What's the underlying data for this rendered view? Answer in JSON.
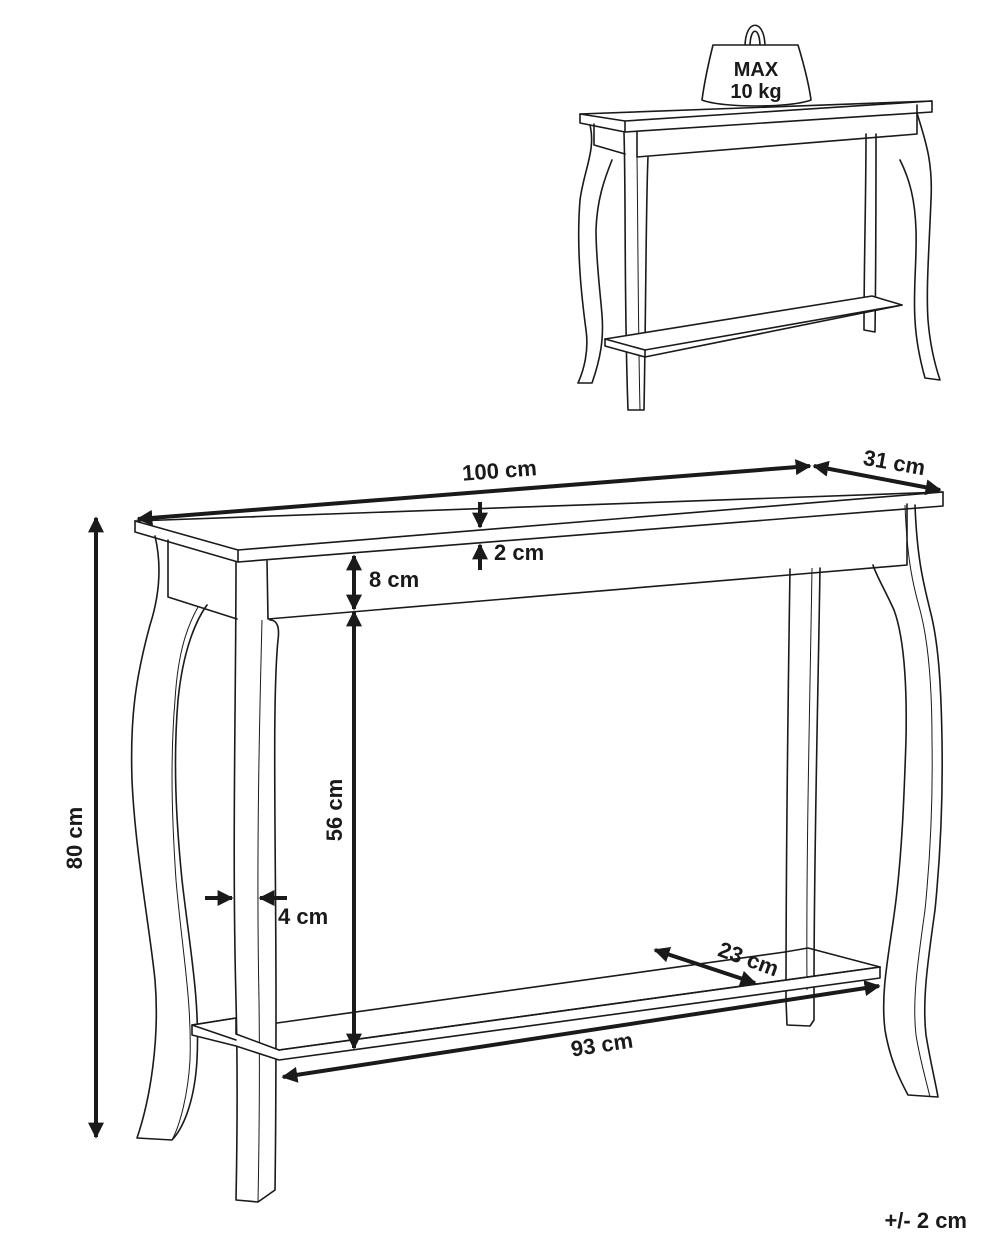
{
  "diagram": {
    "type": "product-dimension-drawing",
    "subject": "console table with curved legs and lower shelf",
    "weight_badge": {
      "line1": "MAX",
      "line2": "10 kg"
    },
    "dimensions": {
      "width": "100 cm",
      "depth": "31 cm",
      "top_thickness": "2 cm",
      "apron_height": "8 cm",
      "clearance_height": "56 cm",
      "total_height": "80 cm",
      "leg_width": "4 cm",
      "shelf_depth": "23 cm",
      "shelf_width": "93 cm"
    },
    "tolerance": "+/- 2 cm",
    "colors": {
      "line": "#1a1a1a",
      "background": "#ffffff"
    }
  }
}
